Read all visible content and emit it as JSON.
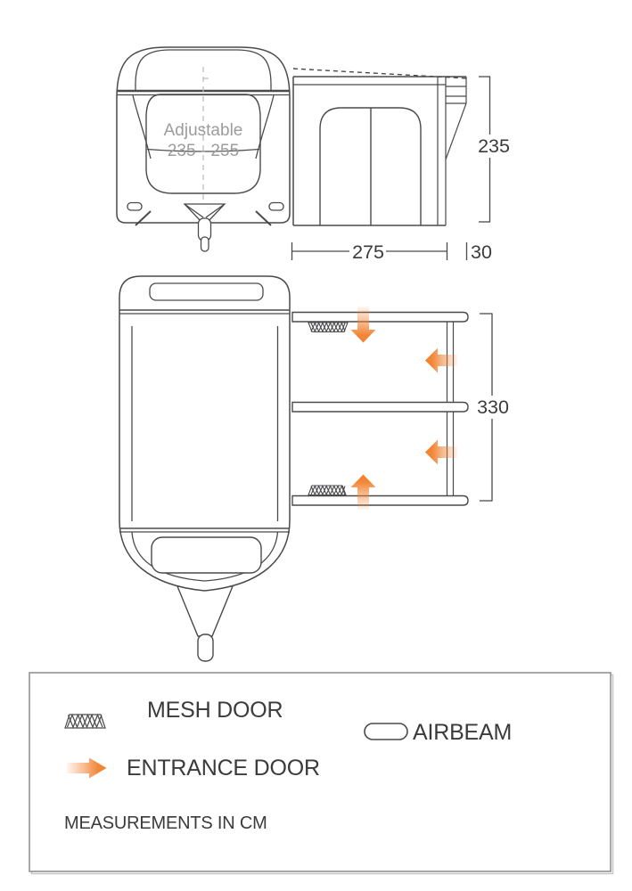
{
  "front_view": {
    "adjustable_label": "Adjustable",
    "adjustable_range": "235 - 255"
  },
  "side_view": {
    "height_cm": "235",
    "depth_cm": "275",
    "overhang_cm": "30"
  },
  "plan_view": {
    "width_cm": "330"
  },
  "legend": {
    "mesh_door": "MESH DOOR",
    "airbeam": "AIRBEAM",
    "entrance_door": "ENTRANCE DOOR",
    "note": "MEASUREMENTS IN CM"
  },
  "colors": {
    "line": "#4A4A4C",
    "accent_orange": "#F2812F",
    "muted_text": "#9C9C9B",
    "dim_text": "#3B3B3A"
  }
}
